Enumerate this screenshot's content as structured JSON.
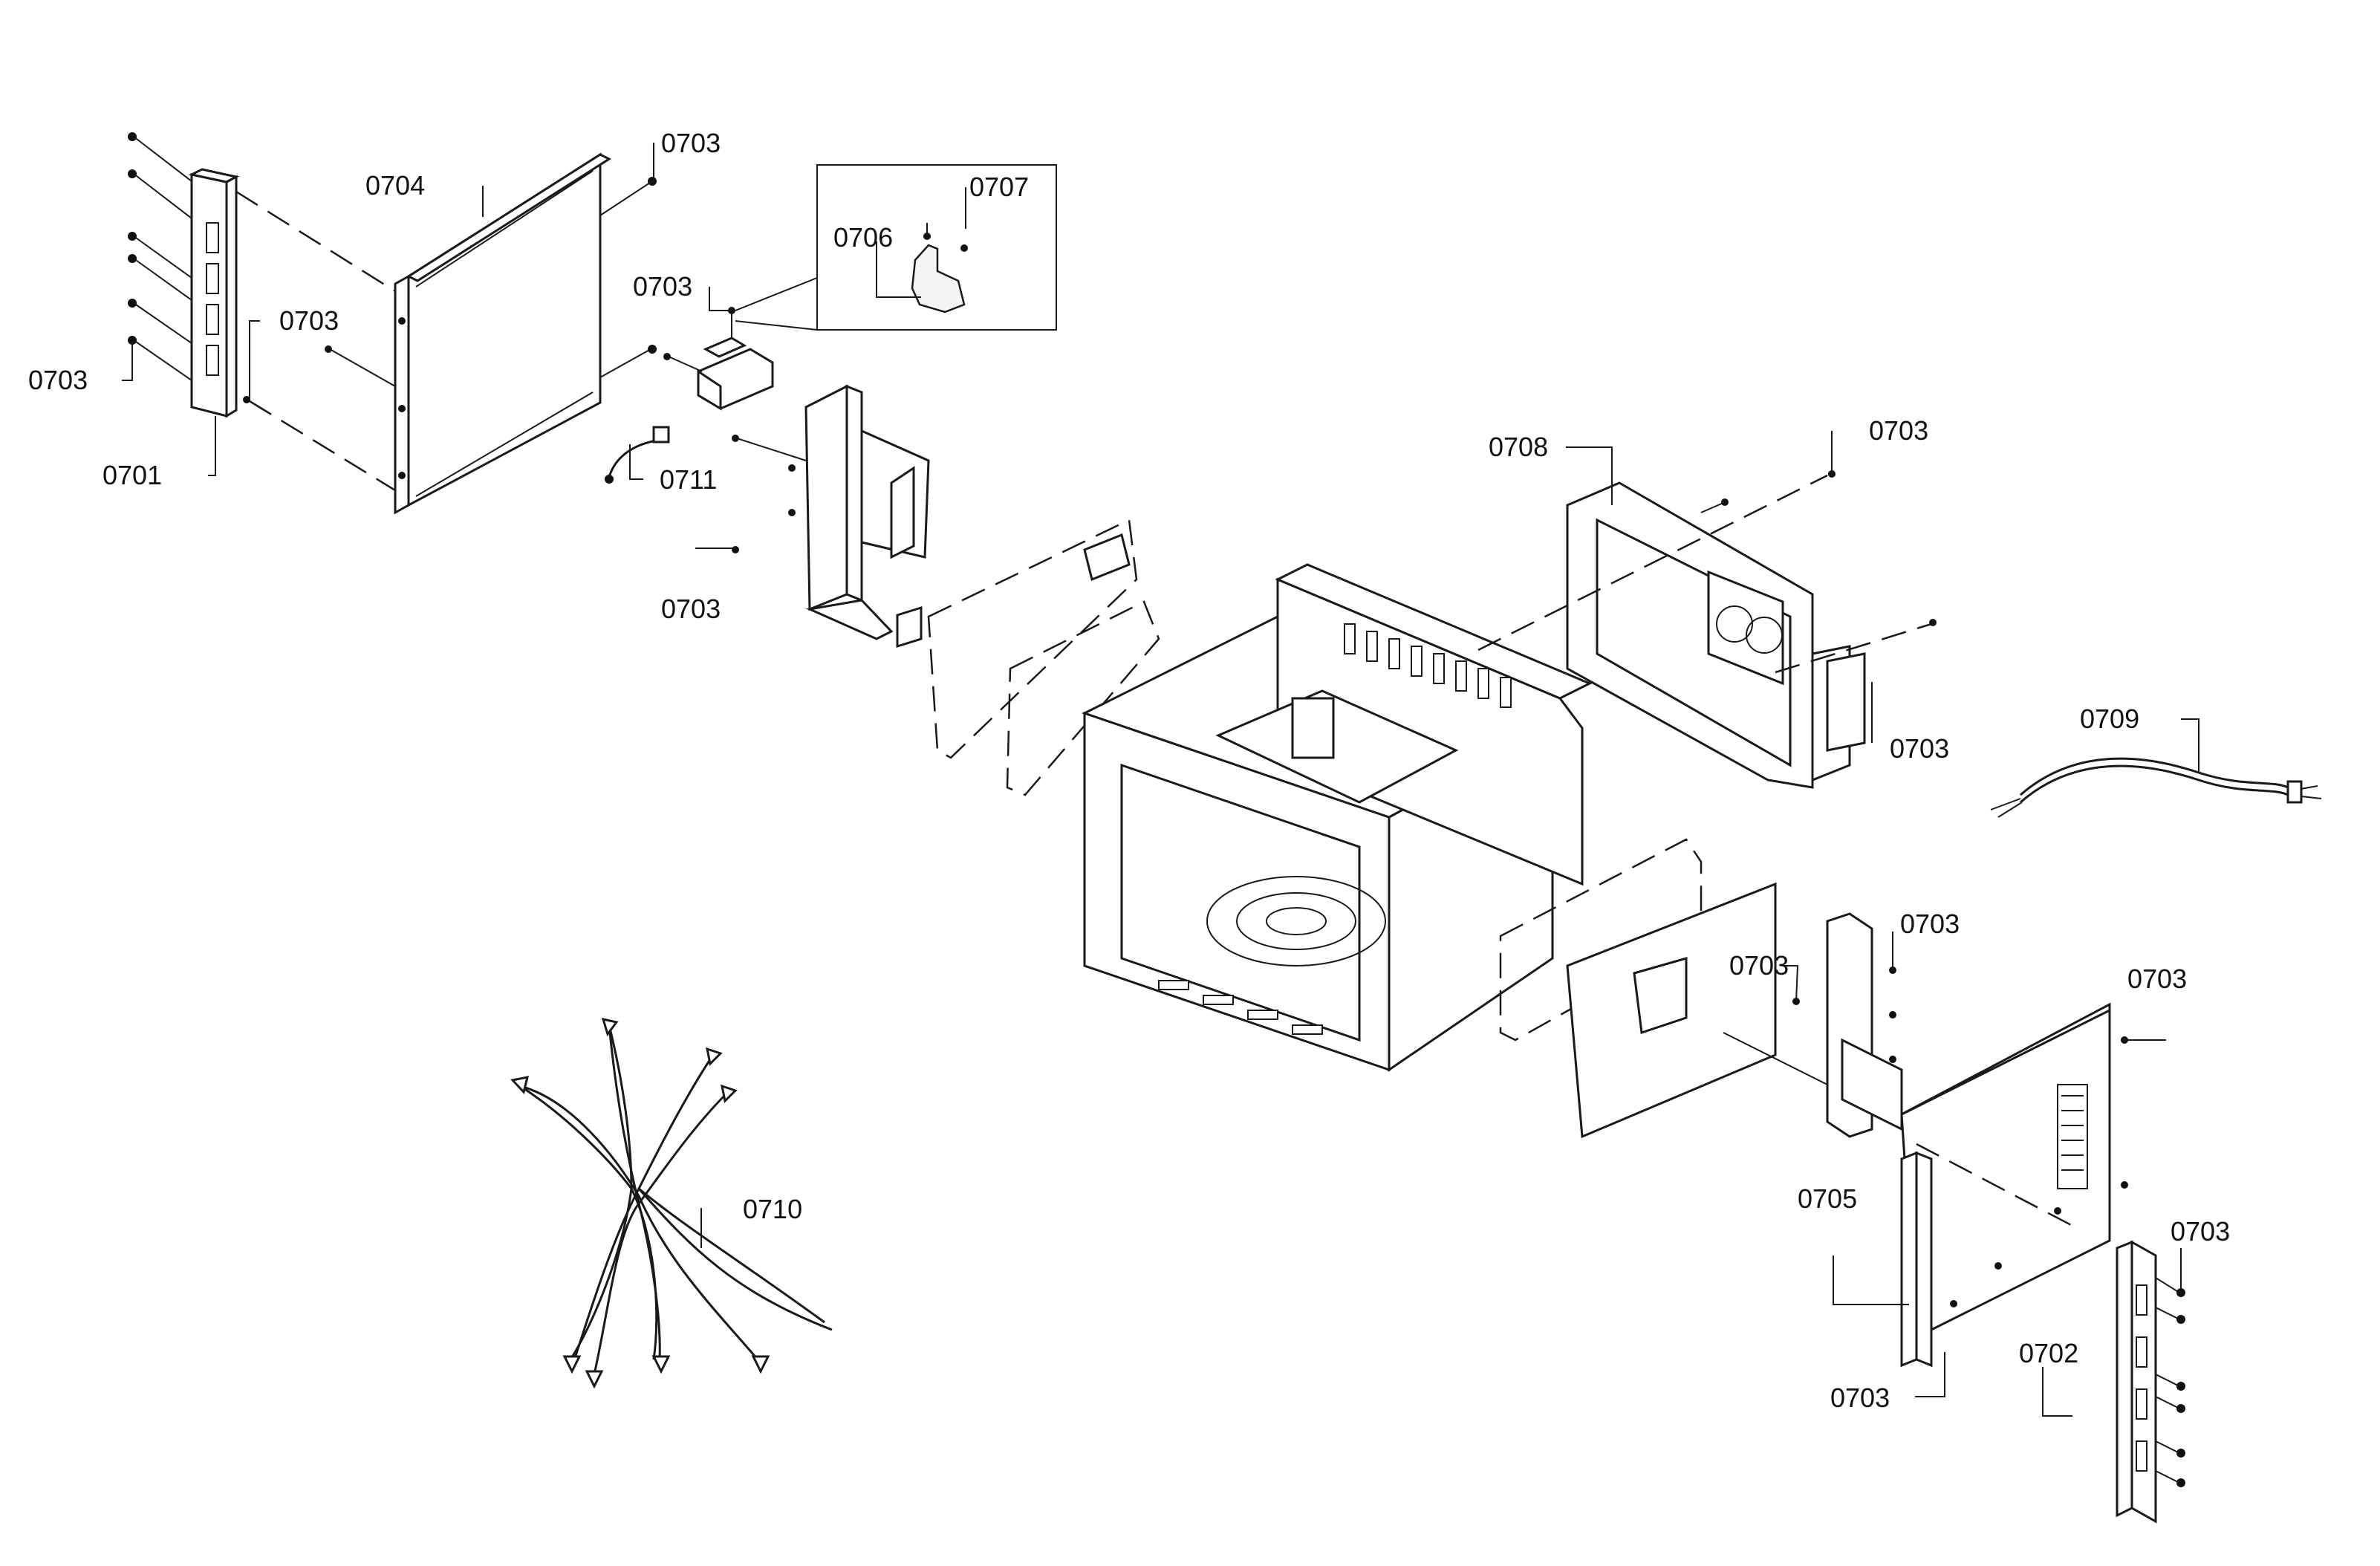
{
  "callouts": [
    {
      "id": "c1",
      "text": "0703"
    },
    {
      "id": "c2",
      "text": "0704"
    },
    {
      "id": "c3",
      "text": "0707"
    },
    {
      "id": "c4",
      "text": "0706"
    },
    {
      "id": "c5",
      "text": "0703"
    },
    {
      "id": "c6",
      "text": "0703"
    },
    {
      "id": "c7",
      "text": "0703"
    },
    {
      "id": "c8",
      "text": "0701"
    },
    {
      "id": "c9",
      "text": "0711"
    },
    {
      "id": "c10",
      "text": "0703"
    },
    {
      "id": "c11",
      "text": "0708"
    },
    {
      "id": "c12",
      "text": "0703"
    },
    {
      "id": "c13",
      "text": "0703"
    },
    {
      "id": "c14",
      "text": "0709"
    },
    {
      "id": "c15",
      "text": "0703"
    },
    {
      "id": "c16",
      "text": "0703"
    },
    {
      "id": "c17",
      "text": "0703"
    },
    {
      "id": "c18",
      "text": "0710"
    },
    {
      "id": "c19",
      "text": "0705"
    },
    {
      "id": "c20",
      "text": "0703"
    },
    {
      "id": "c21",
      "text": "0702"
    },
    {
      "id": "c22",
      "text": "0703"
    }
  ]
}
